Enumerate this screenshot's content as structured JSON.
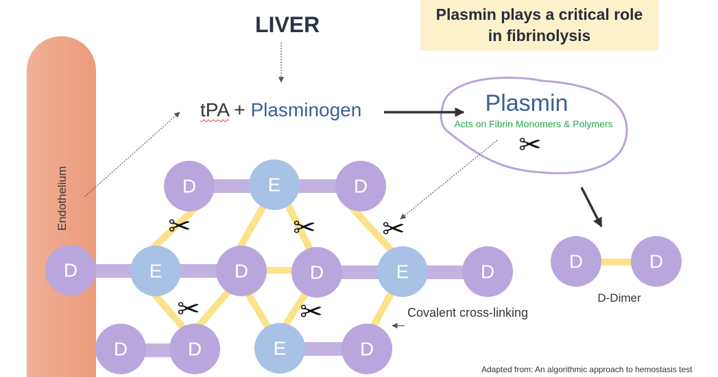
{
  "liver_label": "LIVER",
  "title_line1": "Plasmin plays a critical role",
  "title_line2": "in fibrinolysis",
  "endothelium_label": "Endothelium",
  "tpa_label": "tPA",
  "plus_sign": "+",
  "plasminogen_label": "Plasminogen",
  "plasmin_label": "Plasmin",
  "plasmin_subtitle": "Acts on Fibrin Monomers & Polymers",
  "covalent_label": "Covalent cross-linking",
  "d_dimer_label": "D-Dimer",
  "source_note": "Adapted from: An algorithmic approach to hemostasis test",
  "node_d": "D",
  "node_e": "E",
  "scissors_glyph": "✂",
  "colors": {
    "d_domain": "#b9a6dc",
    "e_domain": "#a7c2e4",
    "fibrin_strand": "#c1b2e0",
    "cross_link": "#fde28a",
    "plasmin_outline": "#b9a3d8",
    "endothelium": "#ec9e80",
    "title_box_bg": "#fdf1cc",
    "plasmin_text": "#3a5f95",
    "subtitle_text": "#1faa4a"
  }
}
